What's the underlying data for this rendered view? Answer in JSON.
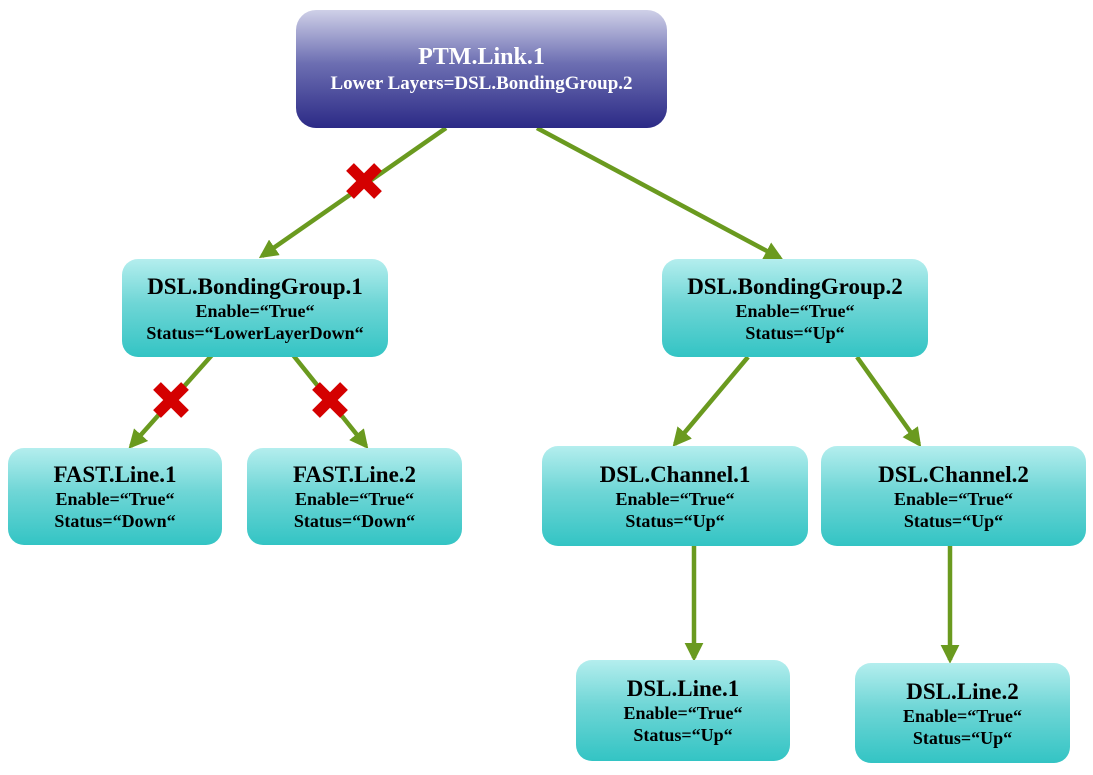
{
  "colors": {
    "edge": "#6a9a1f",
    "broken_marker": "#d40000"
  },
  "nodes": {
    "root": {
      "title": "PTM.Link.1",
      "lines": [
        "Lower Layers=DSL.BondingGroup.2"
      ]
    },
    "bg1": {
      "title": "DSL.BondingGroup.1",
      "lines": [
        "Enable=“True“",
        "Status=“LowerLayerDown“"
      ]
    },
    "bg2": {
      "title": "DSL.BondingGroup.2",
      "lines": [
        "Enable=“True“",
        "Status=“Up“"
      ]
    },
    "fast1": {
      "title": "FAST.Line.1",
      "lines": [
        "Enable=“True“",
        "Status=“Down“"
      ]
    },
    "fast2": {
      "title": "FAST.Line.2",
      "lines": [
        "Enable=“True“",
        "Status=“Down“"
      ]
    },
    "ch1": {
      "title": "DSL.Channel.1",
      "lines": [
        "Enable=“True“",
        "Status=“Up“"
      ]
    },
    "ch2": {
      "title": "DSL.Channel.2",
      "lines": [
        "Enable=“True“",
        "Status=“Up“"
      ]
    },
    "line1": {
      "title": "DSL.Line.1",
      "lines": [
        "Enable=“True“",
        "Status=“Up“"
      ]
    },
    "line2": {
      "title": "DSL.Line.2",
      "lines": [
        "Enable=“True“",
        "Status=“Up“"
      ]
    }
  },
  "edges": [
    {
      "from": "root",
      "to": "bg1",
      "broken": true
    },
    {
      "from": "root",
      "to": "bg2",
      "broken": false
    },
    {
      "from": "bg1",
      "to": "fast1",
      "broken": true
    },
    {
      "from": "bg1",
      "to": "fast2",
      "broken": true
    },
    {
      "from": "bg2",
      "to": "ch1",
      "broken": false
    },
    {
      "from": "bg2",
      "to": "ch2",
      "broken": false
    },
    {
      "from": "ch1",
      "to": "line1",
      "broken": false
    },
    {
      "from": "ch2",
      "to": "line2",
      "broken": false
    }
  ]
}
